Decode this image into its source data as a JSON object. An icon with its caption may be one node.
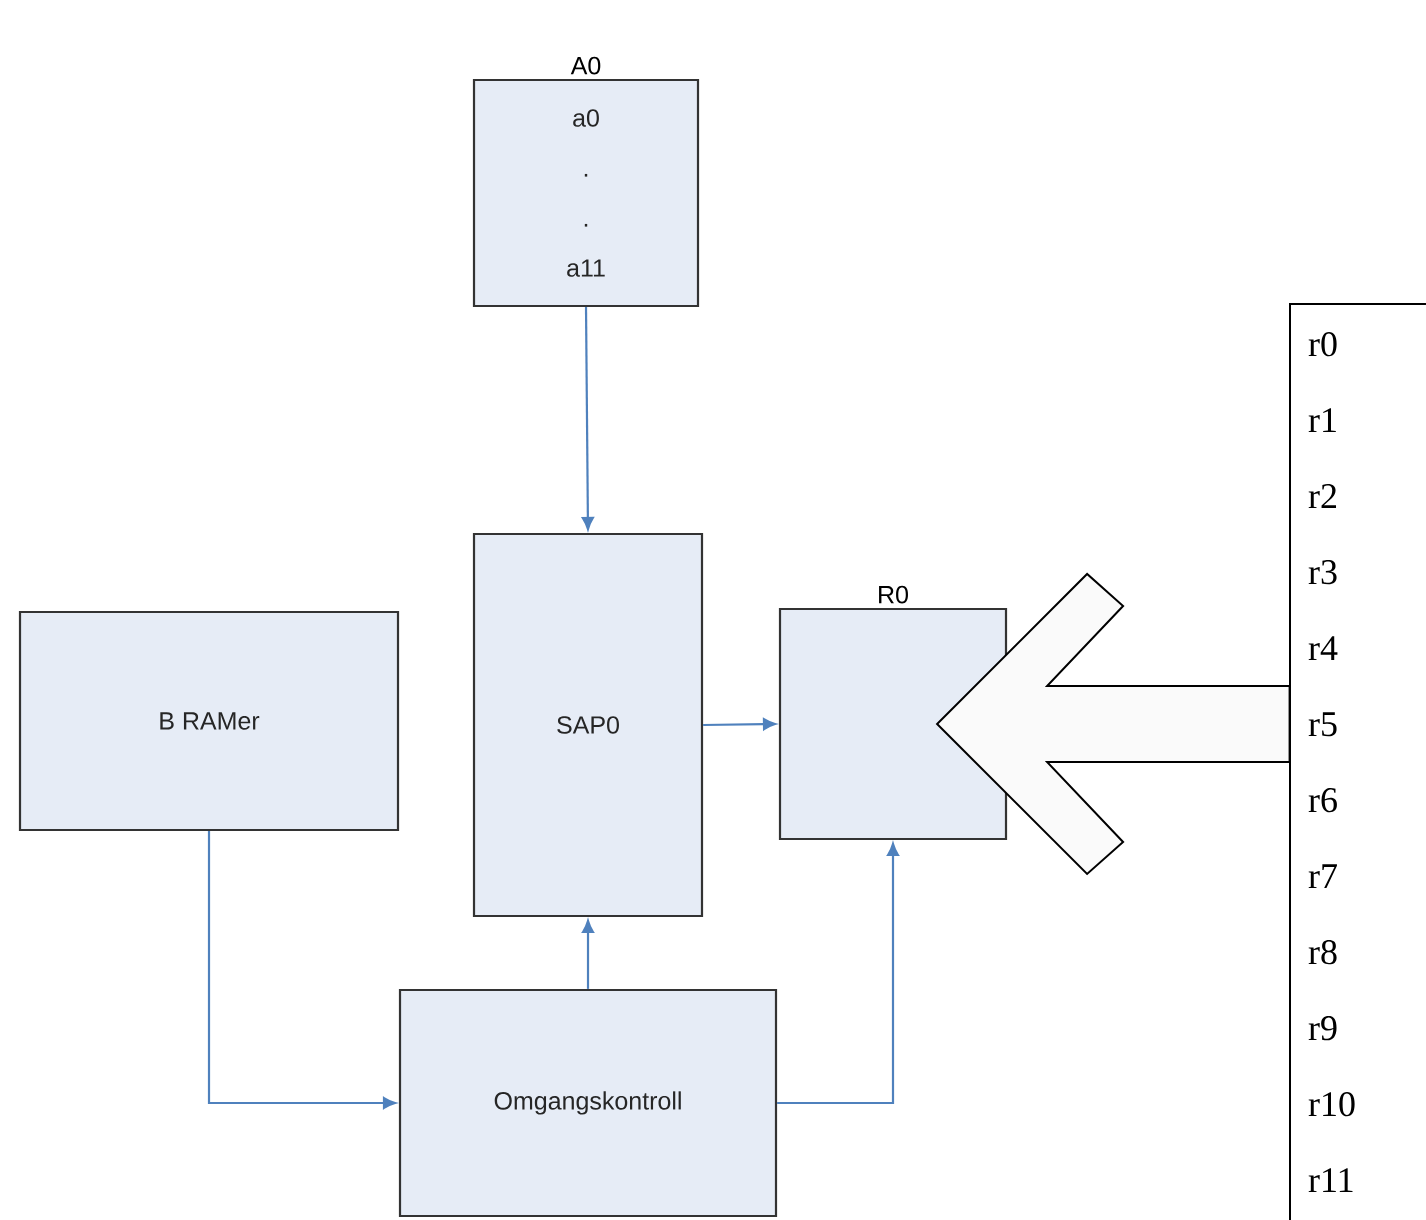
{
  "diagram": {
    "nodes": [
      {
        "text": [
          "A0",
          "a0",
          ".",
          ".",
          "a11"
        ]
      },
      {
        "text": [
          "B RAMer"
        ]
      },
      {
        "text": [
          "SAP0"
        ]
      },
      {
        "text": [
          "R0"
        ]
      },
      {
        "text": [
          "Omgangskontroll"
        ]
      },
      {
        "text": [
          "r0",
          "r1",
          "r2",
          "r3",
          "r4",
          "r5",
          "r6",
          "r7",
          "r8",
          "r9",
          "r10",
          "r11"
        ]
      }
    ],
    "edges": [
      {
        "from": 0,
        "to": 2,
        "arrow": "to"
      },
      {
        "from": 2,
        "to": 3,
        "arrow": "to"
      },
      {
        "from": 5,
        "to": 3,
        "arrow": "to",
        "style": "thick",
        "color": "#000000"
      },
      {
        "from": 1,
        "to": 4,
        "arrow": "to"
      },
      {
        "from": 4,
        "to": 2,
        "arrow": "to"
      },
      {
        "from": 4,
        "to": 3,
        "arrow": "to"
      }
    ]
  }
}
